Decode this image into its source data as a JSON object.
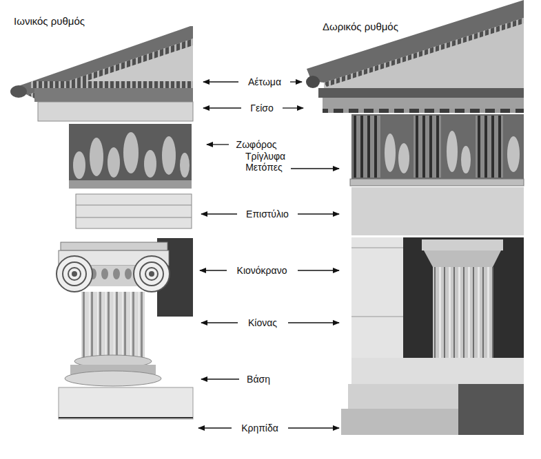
{
  "diagram": {
    "labels": [
      "Ιωνικός ρυθμός",
      "Δωρικός ρυθμός",
      "Αέτωμα",
      "Γείσο",
      "Ζωφόρος",
      "Τρίγλυφα",
      "Μετόπες",
      "Επιστύλιο",
      "Κιονόκρανο",
      "Κίονας",
      "Βάση",
      "Κρηπίδα"
    ]
  }
}
